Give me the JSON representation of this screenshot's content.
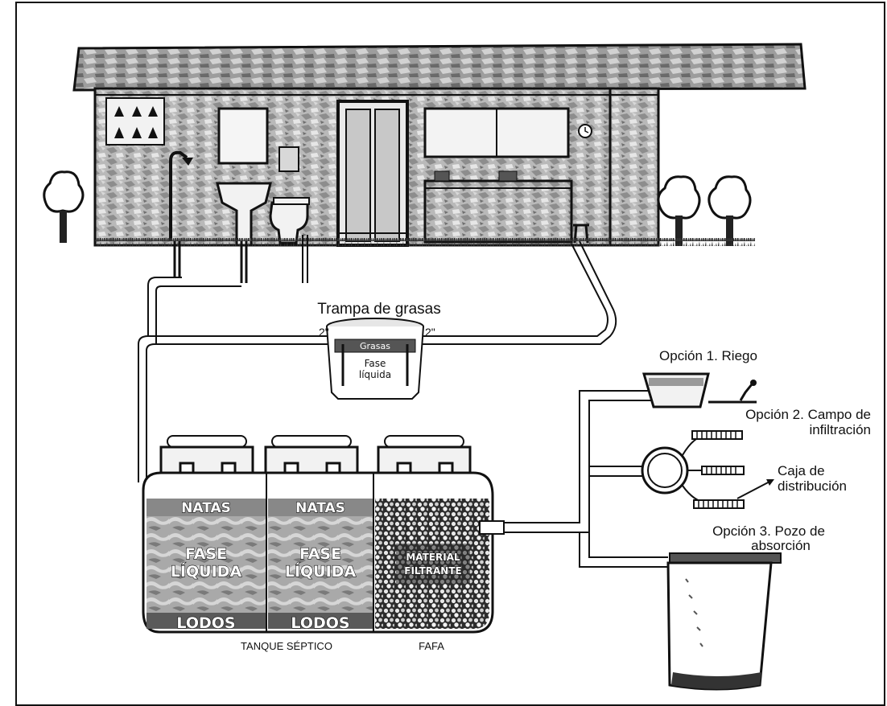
{
  "diagram": {
    "grease_trap": {
      "title": "Trampa de grasas",
      "inlet_size": "2\"",
      "outlet_size": "2\"",
      "layer_top": "Grasas",
      "layer_liquid_1": "Fase",
      "layer_liquid_2": "líquida"
    },
    "septic_tank": {
      "caption": "TANQUE SÉPTICO",
      "chamber_1": {
        "scum": "NATAS",
        "liquid_1": "FASE",
        "liquid_2": "LÍQUIDA",
        "sludge": "LODOS"
      },
      "chamber_2": {
        "scum": "NATAS",
        "liquid_1": "FASE",
        "liquid_2": "LÍQUIDA",
        "sludge": "LODOS"
      }
    },
    "fafa": {
      "caption": "FAFA",
      "media_1": "MATERIAL",
      "media_2": "FILTRANTE"
    },
    "options": {
      "option_1": "Opción 1. Riego",
      "option_2_line1": "Opción 2. Campo de",
      "option_2_line2": "infiltración",
      "distribution_box_line1": "Caja de",
      "distribution_box_line2": "distribución",
      "option_3_line1": "Opción 3. Pozo de",
      "option_3_line2": "absorción"
    }
  }
}
